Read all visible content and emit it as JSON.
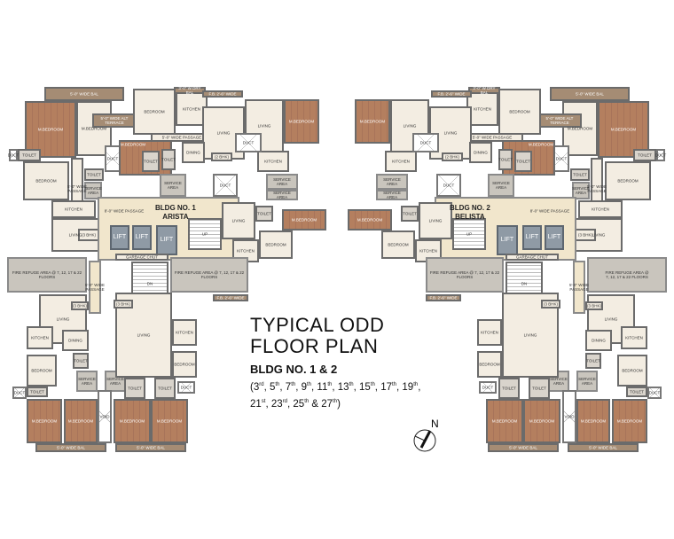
{
  "title": {
    "line1": "TYPICAL ODD",
    "line2": "FLOOR PLAN",
    "buildings": "BLDG NO. 1 & 2"
  },
  "floors": {
    "line1": [
      {
        "n": "3",
        "s": "rd"
      },
      {
        "n": "5",
        "s": "th"
      },
      {
        "n": "7",
        "s": "th"
      },
      {
        "n": "9",
        "s": "th"
      },
      {
        "n": "11",
        "s": "th"
      },
      {
        "n": "13",
        "s": "th"
      },
      {
        "n": "15",
        "s": "th"
      },
      {
        "n": "17",
        "s": "th"
      },
      {
        "n": "19",
        "s": "th"
      }
    ],
    "line2": [
      {
        "n": "21",
        "s": "st"
      },
      {
        "n": "23",
        "s": "rd"
      },
      {
        "n": "25",
        "s": "th"
      },
      {
        "n": "27",
        "s": "th"
      }
    ]
  },
  "building1": {
    "name": "BLDG NO. 1",
    "sub": "ARISTA"
  },
  "building2": {
    "name": "BLDG NO. 2",
    "sub": "BELISTA"
  },
  "compass": "N",
  "labels": {
    "bal": "5'-0\" WIDE BAL",
    "m_bedroom": "M.BEDROOM",
    "bedroom": "BEDROOM",
    "kitchen": "KITCHEN",
    "living": "LIVING",
    "dining": "DINING",
    "toilet": "TOILET",
    "duct": "DUCT",
    "service": "SERVICE AREA",
    "lift": "LIFT",
    "garbage": "GARBAGE CHUT",
    "fire": "FIRE REFUGE AREA @ 7, 12, 17 & 22 FLOORS",
    "passage": "8'-0\" WIDE PASSAGE",
    "passage5": "5'-0\" WIDE PASSAGE",
    "terrace": "5'-0\" WIDE ALT TERRACE",
    "dry_bal": "3'-0\" W DRY BAL",
    "void": "VOID",
    "bhk2": "(2 BHK)",
    "bhk3": "(3 BHK)",
    "fb": "F.B. 2'-6\" WIDE",
    "up": "UP",
    "dn": "DN"
  },
  "colors": {
    "wood": "#b47f5f",
    "marble": "#f1e6cc",
    "lift": "#8f9aa5",
    "refuge": "#c9c5bd"
  }
}
